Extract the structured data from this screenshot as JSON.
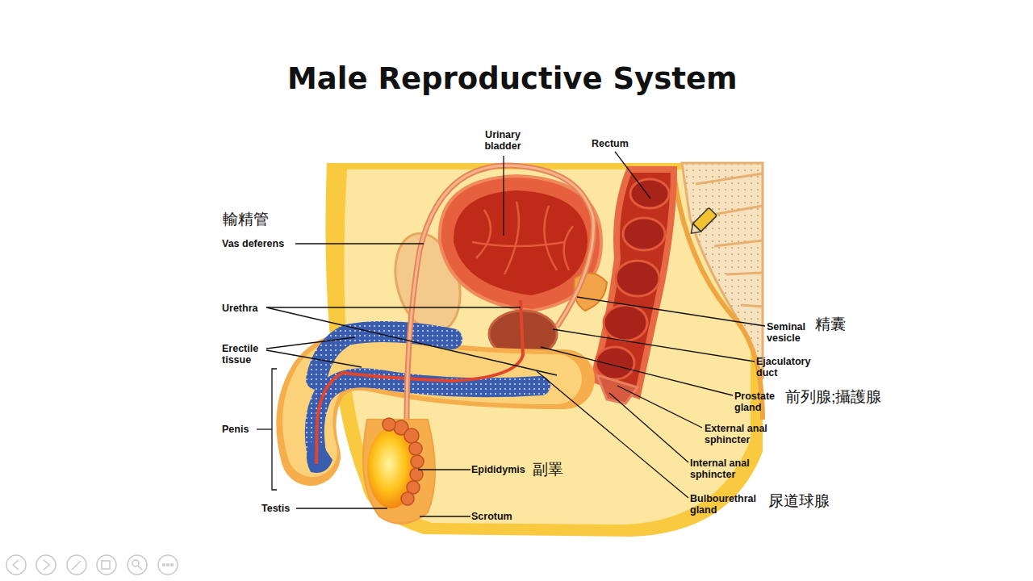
{
  "diagram": {
    "title": "Male Reproductive System",
    "labels": [
      "輸精管",
      "Vas deferens",
      "Urinary bladder",
      "Rectum",
      "Urethra",
      "Erectile tissue",
      "Penis",
      "Testis",
      "Seminal vesicle",
      "精囊",
      "Ejaculatory duct",
      "Prostate gland",
      "前列腺;攝護腺",
      "External anal sphincter",
      "Internal anal sphincter",
      "Epididymis",
      "副睪",
      "Scrotum",
      "Bulbourethral gland",
      "尿道球腺"
    ]
  }
}
